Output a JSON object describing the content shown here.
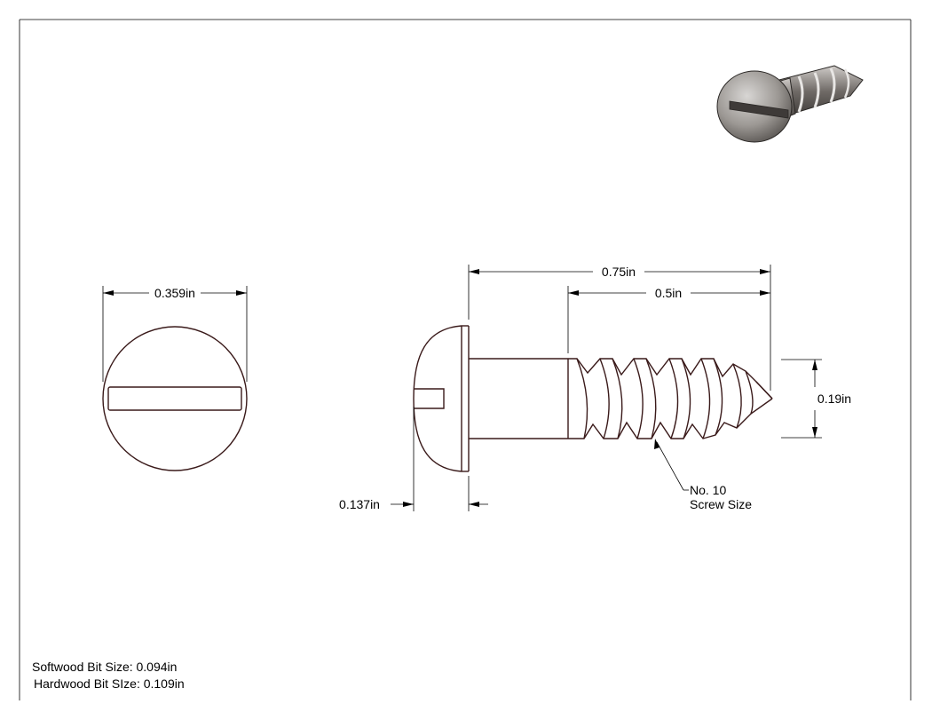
{
  "drawing": {
    "dimensions": {
      "head_diameter": "0.359in",
      "overall_length": "0.75in",
      "thread_length": "0.5in",
      "thread_diameter": "0.19in",
      "head_height": "0.137in"
    },
    "callout": {
      "line1": "No. 10",
      "line2": "Screw Size"
    },
    "notes": {
      "softwood": "Softwood Bit Size: 0.094in",
      "hardwood": "Hardwood Bit SIze: 0.109in"
    }
  }
}
